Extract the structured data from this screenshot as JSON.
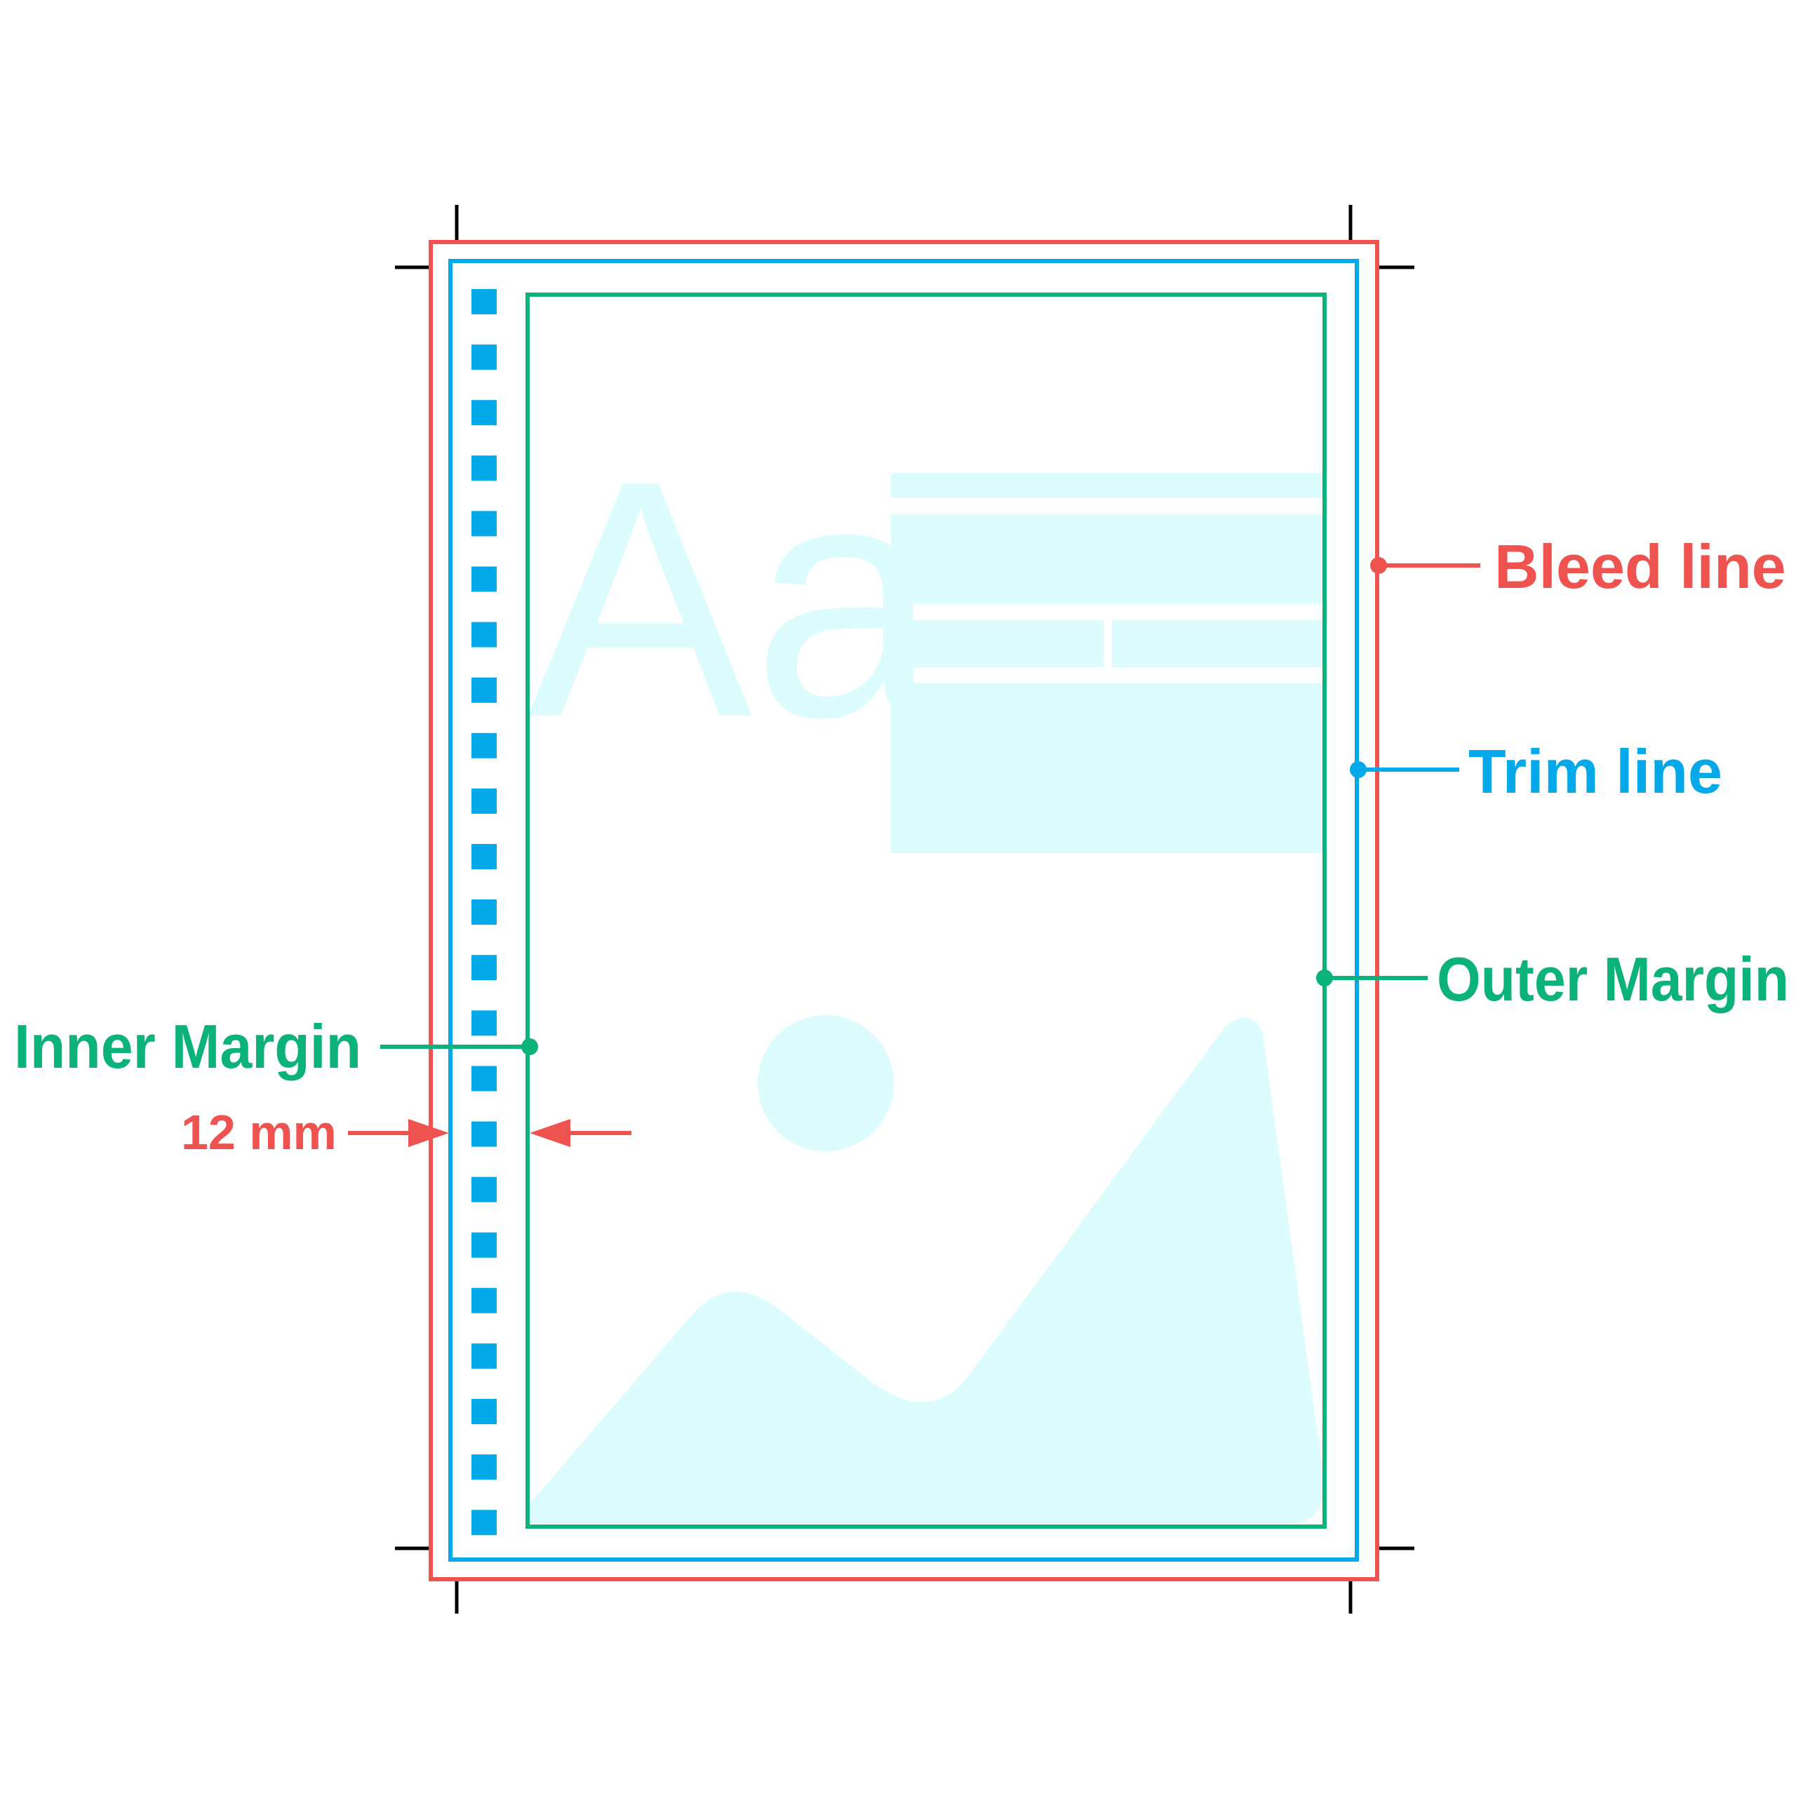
{
  "labels": {
    "bleed": "Bleed line",
    "trim": "Trim line",
    "outer_margin": "Outer Margin",
    "inner_margin": "Inner Margin",
    "measurement": "12 mm"
  },
  "sample_text": "Aa",
  "colors": {
    "bleed": "#ef5350",
    "trim": "#03a9e8",
    "margin": "#0bb27a",
    "placeholder": "#dcfcfd",
    "crop_mark": "#000000"
  }
}
